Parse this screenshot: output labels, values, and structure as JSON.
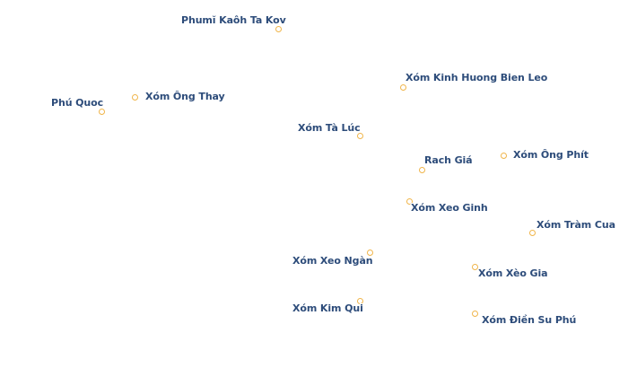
{
  "places": [
    {
      "name": "Phumĭ Kaôh Ta Kov"
    },
    {
      "name": "Xóm Kinh Huong Bien Leo"
    },
    {
      "name": "Xóm Ông Thay"
    },
    {
      "name": "Phú Quoc"
    },
    {
      "name": "Xóm Tà Lúc"
    },
    {
      "name": "Xóm Ông Phít"
    },
    {
      "name": "Rach Giá"
    },
    {
      "name": "Xóm Xeo Ginh"
    },
    {
      "name": "Xóm Tràm Cua"
    },
    {
      "name": "Xóm Xeo Ngàn"
    },
    {
      "name": "Xóm Xèo Gia"
    },
    {
      "name": "Xóm Kim Qui"
    },
    {
      "name": "Xóm Điền Su Phú"
    }
  ],
  "colors": {
    "marker": "#f0b54a",
    "label": "#2d4c7a",
    "halo": "#ffffff",
    "background": "#ffffff"
  }
}
